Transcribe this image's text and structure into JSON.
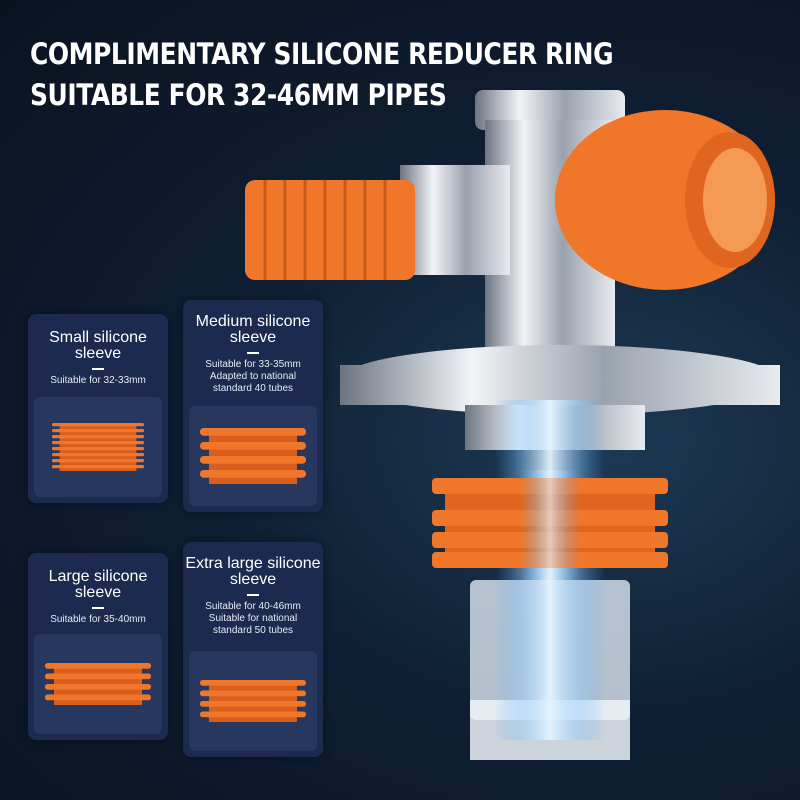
{
  "headline": {
    "line1": "COMPLIMENTARY SILICONE REDUCER RING",
    "line2": "SUITABLE FOR 32-46MM PIPES"
  },
  "cards": [
    {
      "title": "Small silicone sleeve",
      "lines": [
        "Suitable for 32-33mm"
      ]
    },
    {
      "title": "Medium silicone sleeve",
      "lines": [
        "Suitable for 33-35mm",
        "Adapted to national",
        "standard 40 tubes"
      ]
    },
    {
      "title": "Large silicone sleeve",
      "lines": [
        "Suitable for 35-40mm"
      ]
    },
    {
      "title": "Extra large silicone sleeve",
      "lines": [
        "Suitable for 40-46mm",
        "Suitable for national",
        "standard 50 tubes"
      ]
    }
  ],
  "colors": {
    "orange": "#f0772a",
    "card": "#1b2a4e",
    "card_inner": "#27375d"
  }
}
